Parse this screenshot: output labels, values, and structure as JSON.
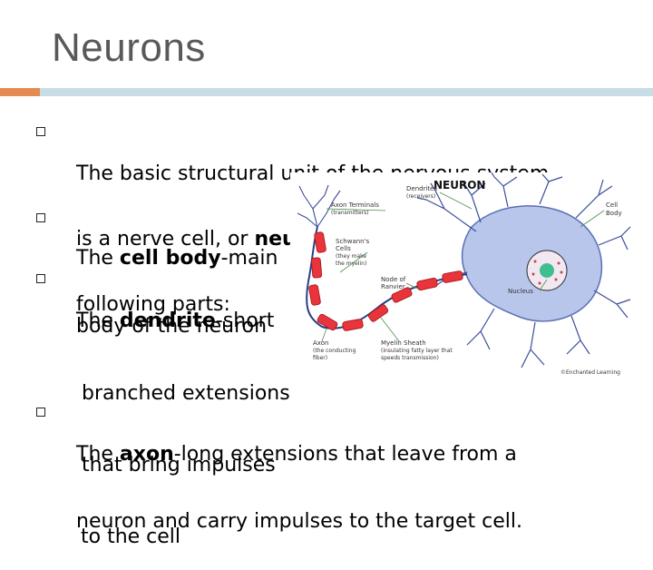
{
  "slide": {
    "title": "Neurons",
    "colors": {
      "title": "#595959",
      "accent_bar": "#E48B53",
      "rule_bar": "#C9DDE6"
    }
  },
  "bullets": [
    {
      "lines": [
        "The basic structural unit of the nervous system",
        "is a nerve cell, or neuron. It consists of the",
        "following parts:"
      ]
    },
    {
      "lines": [
        "The cell body-main",
        "body of the neuron"
      ]
    },
    {
      "lines": [
        "The dendrite-short",
        "branched extensions",
        "that bring impulses",
        "to the cell"
      ]
    },
    {
      "lines": [
        "The axon-long extensions that leave from a",
        "neuron and carry impulses to the target cell."
      ]
    }
  ],
  "diagram": {
    "title": "NEURON",
    "labels": {
      "dendrites": "Dendrites",
      "dendrites_sub": "(receivers)",
      "cell_body": "Cell",
      "cell_body2": "Body",
      "axon_terminals": "Axon Terminals",
      "axon_terminals_sub": "(transmitters)",
      "schwann": "Schwann's",
      "schwann2": "Cells",
      "schwann_sub": "(they make",
      "schwann_sub2": "the myelin)",
      "node": "Node of",
      "node2": "Ranvier",
      "nucleus": "Nucleus",
      "axon": "Axon",
      "axon_sub": "(the conducting",
      "axon_sub2": "fiber)",
      "myelin": "Myelin Sheath",
      "myelin_sub": "(insulating fatty layer that",
      "myelin_sub2": "speeds transmission)",
      "credit": "©Enchanted Learning"
    }
  }
}
